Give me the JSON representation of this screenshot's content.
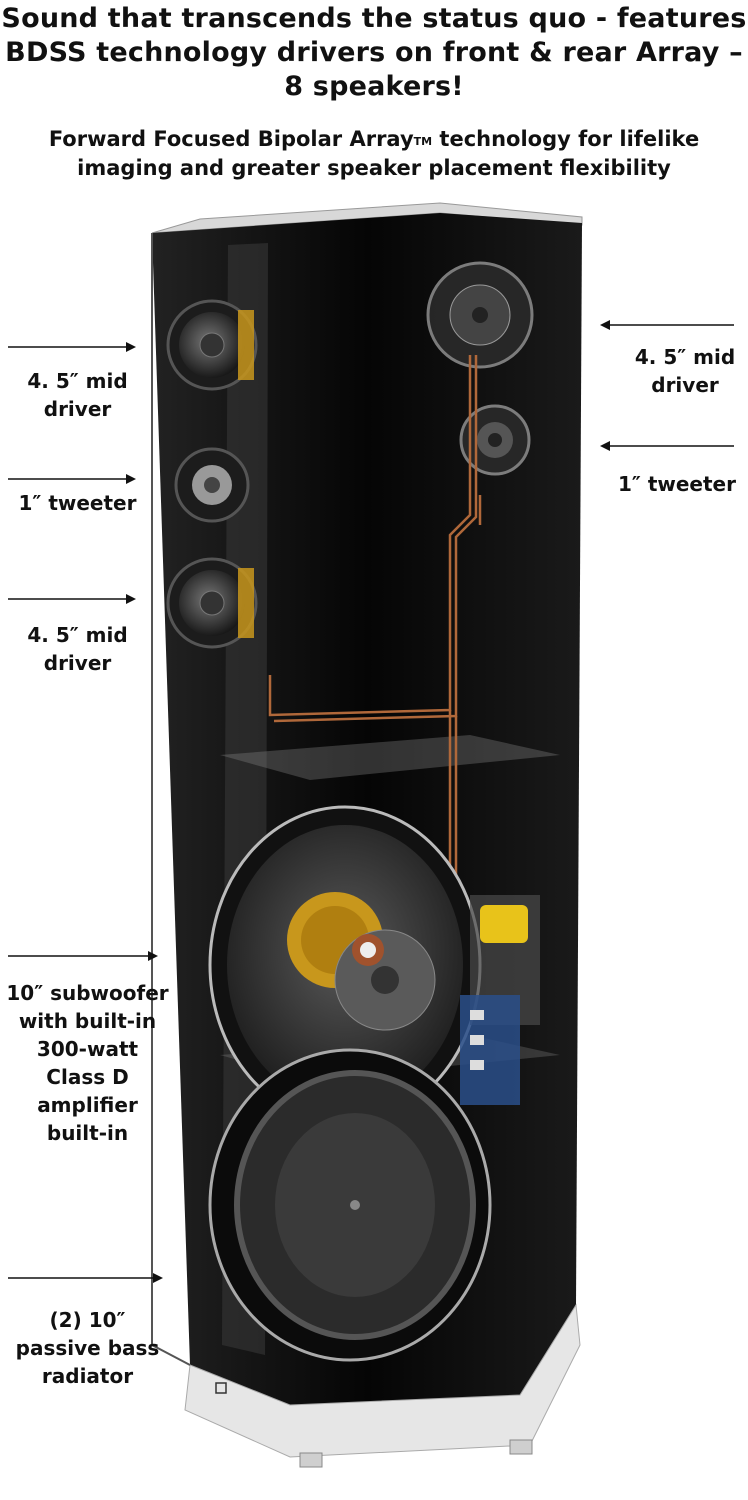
{
  "headline": {
    "line1": "Sound that transcends the status quo - features",
    "line2": "BDSS technology drivers on front & rear Array –",
    "line3": "8 speakers!"
  },
  "subheadline": {
    "part1": "Forward Focused Bipolar Array",
    "tm": "TM",
    "part2": " technology for lifelike",
    "line2": "imaging and greater speaker placement flexibility"
  },
  "callouts": {
    "front_mid_top": [
      "4. 5″ mid",
      "driver"
    ],
    "front_tweeter": [
      "1″ tweeter"
    ],
    "front_mid_bottom": [
      "4. 5″ mid",
      "driver"
    ],
    "subwoofer": [
      "10″ subwoofer",
      "with built-in",
      "300-watt",
      "Class D",
      "amplifier",
      "built-in"
    ],
    "bass_radiator": [
      "(2) 10″",
      "passive bass",
      "radiator"
    ],
    "rear_mid": [
      "4. 5″ mid",
      "driver"
    ],
    "rear_tweeter": [
      "1″ tweeter"
    ]
  },
  "colors": {
    "cabinet": "#0d0d0d",
    "copper_wire": "#b0683a",
    "cone_yellow": "#c8971c",
    "pcb_blue": "#2a4f8a",
    "capacitor_yellow": "#e8c31a"
  }
}
